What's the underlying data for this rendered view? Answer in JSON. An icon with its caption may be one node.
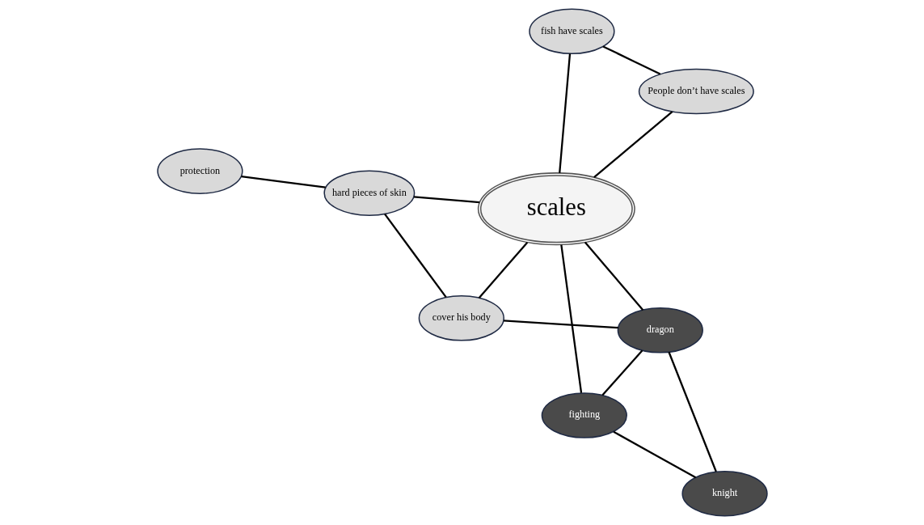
{
  "diagram": {
    "nodes": [
      {
        "text": [
          "scales"
        ]
      },
      {
        "text": [
          "cover his body"
        ]
      },
      {
        "text": [
          "hard pieces of skin"
        ]
      },
      {
        "text": [
          "protection"
        ]
      },
      {
        "text": [
          "dragon"
        ]
      },
      {
        "text": [
          "fish have scales"
        ]
      },
      {
        "text": [
          "knight"
        ]
      },
      {
        "text": [
          "fighting"
        ]
      },
      {
        "text": [
          "People don’t have scales"
        ]
      }
    ],
    "edges": [
      {
        "from": 1,
        "to": 2,
        "arrow": "none"
      },
      {
        "from": 2,
        "to": 3,
        "arrow": "none"
      },
      {
        "from": 1,
        "to": 0,
        "arrow": "none"
      },
      {
        "from": 2,
        "to": 0,
        "arrow": "none"
      },
      {
        "from": 1,
        "to": 4,
        "arrow": "none"
      },
      {
        "from": 4,
        "to": 0,
        "arrow": "none"
      },
      {
        "from": 0,
        "to": 5,
        "arrow": "none"
      },
      {
        "from": 0,
        "to": 8,
        "arrow": "none"
      },
      {
        "from": 5,
        "to": 8,
        "arrow": "none"
      },
      {
        "from": 4,
        "to": 6,
        "arrow": "none"
      },
      {
        "from": 4,
        "to": 7,
        "arrow": "none"
      },
      {
        "from": 0,
        "to": 7,
        "arrow": "none"
      },
      {
        "from": 6,
        "to": 7,
        "arrow": "none"
      }
    ]
  }
}
